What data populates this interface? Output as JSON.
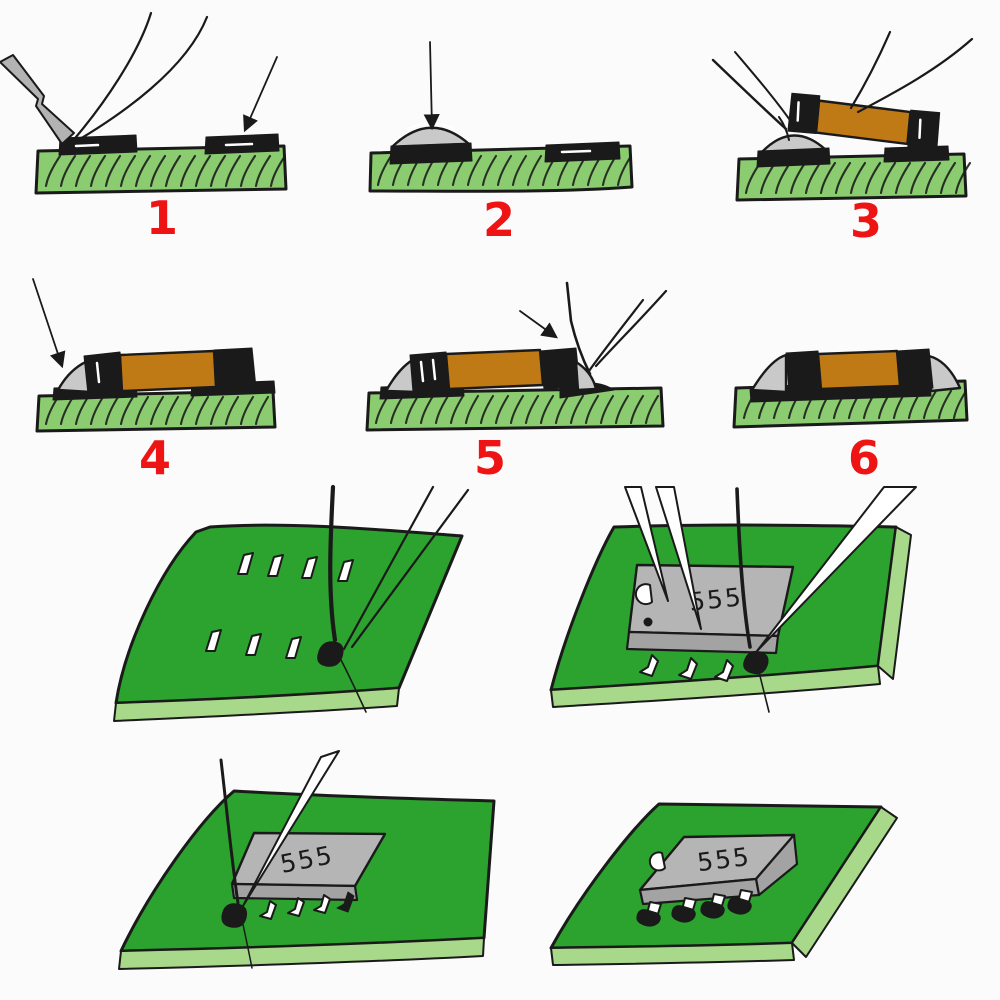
{
  "figure": {
    "description": "Hand-drawn SMD soldering tutorial illustration",
    "step_labels": [
      "1",
      "2",
      "3",
      "4",
      "5",
      "6"
    ],
    "chip_label": "555"
  },
  "palette": {
    "background": "#fbfbfb",
    "board_side_green": "#8bcc70",
    "board_top_green": "#2ba32e",
    "board_edge_green": "#a8d88a",
    "component_orange": "#bf7a16",
    "solder_gray": "#c9c9c9",
    "chip_gray": "#b5b5b5",
    "label_red": "#ee1414",
    "ink_black": "#1a1a1a"
  }
}
